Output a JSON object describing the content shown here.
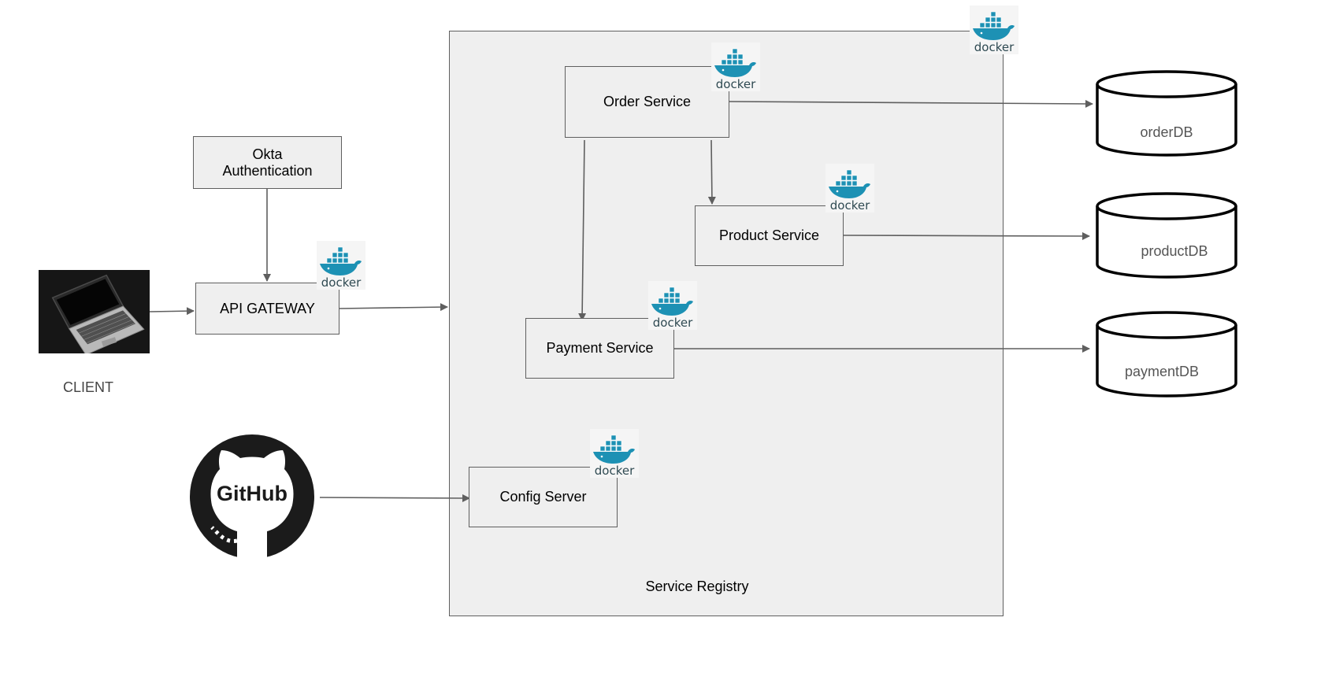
{
  "nodes": {
    "okta": "Okta\nAuthentication",
    "api_gateway": "API GATEWAY",
    "client": "CLIENT",
    "order_service": "Order Service",
    "product_service": "Product Service",
    "payment_service": "Payment Service",
    "config_server": "Config Server",
    "service_registry": "Service Registry",
    "github": "GitHub"
  },
  "databases": {
    "order": "orderDB",
    "product": "productDB",
    "payment": "paymentDB"
  },
  "docker_badge": "docker",
  "colors": {
    "box_fill": "#efefef",
    "box_border": "#5f5f5f",
    "arrow": "#5f5f5f",
    "docker_blue": "#1d91b4",
    "github_dark": "#1b1b1b"
  }
}
